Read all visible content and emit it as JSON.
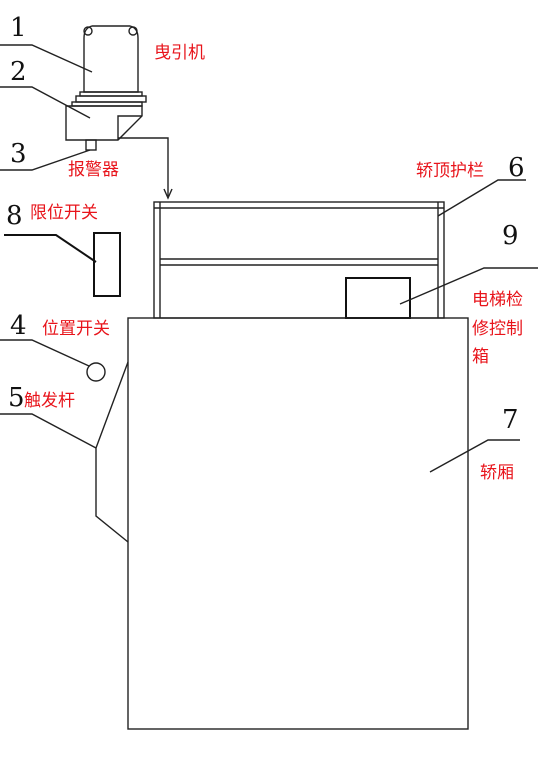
{
  "numbers": {
    "n1": "1",
    "n2": "2",
    "n3": "3",
    "n4": "4",
    "n5": "5",
    "n6": "6",
    "n7": "7",
    "n8": "8",
    "n9": "9"
  },
  "labels": {
    "traction_machine": "曳引机",
    "alarm": "报警器",
    "limit_switch": "限位开关",
    "position_switch": "位置开关",
    "trigger_rod": "触发杆",
    "car_top_guardrail": "轿顶护栏",
    "inspection_box_line1": "电梯检",
    "inspection_box_line2": "修控制",
    "inspection_box_line3": "箱",
    "car": "轿厢"
  },
  "colors": {
    "label_red": "#e8141b",
    "line": "#222222"
  }
}
